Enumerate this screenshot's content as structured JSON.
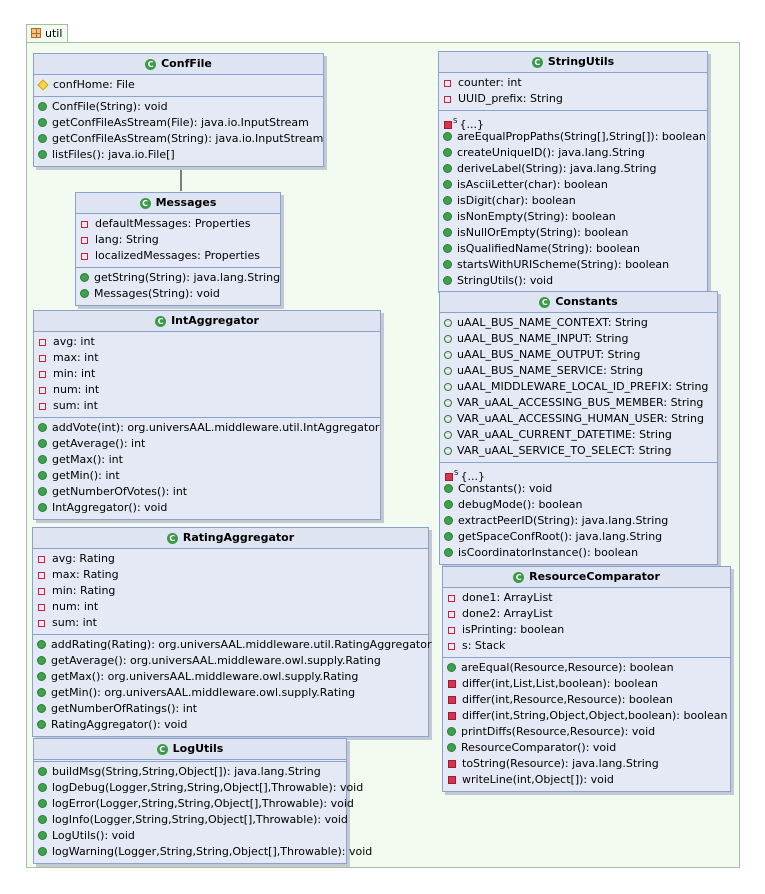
{
  "package": {
    "name": "util",
    "icon": "package-icon"
  },
  "classes": {
    "conffile": {
      "name": "ConfFile",
      "fields": [
        {
          "vis": "prot",
          "text": "confHome: File"
        }
      ],
      "methods": [
        {
          "vis": "pub",
          "text": "ConfFile(String): void"
        },
        {
          "vis": "pub",
          "text": "getConfFileAsStream(File): java.io.InputStream"
        },
        {
          "vis": "pub",
          "text": "getConfFileAsStream(String): java.io.InputStream"
        },
        {
          "vis": "pub",
          "text": "listFiles(): java.io.File[]"
        }
      ]
    },
    "messages": {
      "name": "Messages",
      "fields": [
        {
          "vis": "priv",
          "text": "defaultMessages: Properties"
        },
        {
          "vis": "priv",
          "text": "lang: String"
        },
        {
          "vis": "priv",
          "text": "localizedMessages: Properties"
        }
      ],
      "methods": [
        {
          "vis": "pub",
          "text": "getString(String): java.lang.String"
        },
        {
          "vis": "pub",
          "text": "Messages(String): void"
        }
      ]
    },
    "intaggregator": {
      "name": "IntAggregator",
      "fields": [
        {
          "vis": "priv",
          "text": "avg: int"
        },
        {
          "vis": "priv",
          "text": "max: int"
        },
        {
          "vis": "priv",
          "text": "min: int"
        },
        {
          "vis": "priv",
          "text": "num: int"
        },
        {
          "vis": "priv",
          "text": "sum: int"
        }
      ],
      "methods": [
        {
          "vis": "pub",
          "text": "addVote(int): org.universAAL.middleware.util.IntAggregator"
        },
        {
          "vis": "pub",
          "text": "getAverage(): int"
        },
        {
          "vis": "pub",
          "text": "getMax(): int"
        },
        {
          "vis": "pub",
          "text": "getMin(): int"
        },
        {
          "vis": "pub",
          "text": "getNumberOfVotes(): int"
        },
        {
          "vis": "pub",
          "text": "IntAggregator(): void"
        }
      ]
    },
    "ratingaggregator": {
      "name": "RatingAggregator",
      "fields": [
        {
          "vis": "priv",
          "text": "avg: Rating"
        },
        {
          "vis": "priv",
          "text": "max: Rating"
        },
        {
          "vis": "priv",
          "text": "min: Rating"
        },
        {
          "vis": "priv",
          "text": "num: int"
        },
        {
          "vis": "priv",
          "text": "sum: int"
        }
      ],
      "methods": [
        {
          "vis": "pub",
          "text": "addRating(Rating): org.universAAL.middleware.util.RatingAggregator"
        },
        {
          "vis": "pub",
          "text": "getAverage(): org.universAAL.middleware.owl.supply.Rating"
        },
        {
          "vis": "pub",
          "text": "getMax(): org.universAAL.middleware.owl.supply.Rating"
        },
        {
          "vis": "pub",
          "text": "getMin(): org.universAAL.middleware.owl.supply.Rating"
        },
        {
          "vis": "pub",
          "text": "getNumberOfRatings(): int"
        },
        {
          "vis": "pub",
          "text": "RatingAggregator(): void"
        }
      ]
    },
    "logutils": {
      "name": "LogUtils",
      "fields": [],
      "methods": [
        {
          "vis": "pub",
          "text": "buildMsg(String,String,Object[]): java.lang.String"
        },
        {
          "vis": "pub",
          "text": "logDebug(Logger,String,String,Object[],Throwable): void"
        },
        {
          "vis": "pub",
          "text": "logError(Logger,String,String,Object[],Throwable): void"
        },
        {
          "vis": "pub",
          "text": "logInfo(Logger,String,String,Object[],Throwable): void"
        },
        {
          "vis": "pub",
          "text": "LogUtils(): void"
        },
        {
          "vis": "pub",
          "text": "logWarning(Logger,String,String,Object[],Throwable): void"
        }
      ]
    },
    "stringutils": {
      "name": "StringUtils",
      "fields": [
        {
          "vis": "priv",
          "text": "counter: int"
        },
        {
          "vis": "priv",
          "text": "UUID_prefix: String"
        }
      ],
      "methods": [
        {
          "vis": "stat",
          "text": "{...}"
        },
        {
          "vis": "pub",
          "text": "areEqualPropPaths(String[],String[]): boolean"
        },
        {
          "vis": "pub",
          "text": "createUniqueID(): java.lang.String"
        },
        {
          "vis": "pub",
          "text": "deriveLabel(String): java.lang.String"
        },
        {
          "vis": "pub",
          "text": "isAsciiLetter(char): boolean"
        },
        {
          "vis": "pub",
          "text": "isDigit(char): boolean"
        },
        {
          "vis": "pub",
          "text": "isNonEmpty(String): boolean"
        },
        {
          "vis": "pub",
          "text": "isNullOrEmpty(String): boolean"
        },
        {
          "vis": "pub",
          "text": "isQualifiedName(String): boolean"
        },
        {
          "vis": "pub",
          "text": "startsWithURIScheme(String): boolean"
        },
        {
          "vis": "pub",
          "text": "StringUtils(): void"
        }
      ]
    },
    "constants": {
      "name": "Constants",
      "fields": [
        {
          "vis": "pub-hollow",
          "text": "uAAL_BUS_NAME_CONTEXT: String"
        },
        {
          "vis": "pub-hollow",
          "text": "uAAL_BUS_NAME_INPUT: String"
        },
        {
          "vis": "pub-hollow",
          "text": "uAAL_BUS_NAME_OUTPUT: String"
        },
        {
          "vis": "pub-hollow",
          "text": "uAAL_BUS_NAME_SERVICE: String"
        },
        {
          "vis": "pub-hollow",
          "text": "uAAL_MIDDLEWARE_LOCAL_ID_PREFIX: String"
        },
        {
          "vis": "pub-hollow",
          "text": "VAR_uAAL_ACCESSING_BUS_MEMBER: String"
        },
        {
          "vis": "pub-hollow",
          "text": "VAR_uAAL_ACCESSING_HUMAN_USER: String"
        },
        {
          "vis": "pub-hollow",
          "text": "VAR_uAAL_CURRENT_DATETIME: String"
        },
        {
          "vis": "pub-hollow",
          "text": "VAR_uAAL_SERVICE_TO_SELECT: String"
        }
      ],
      "methods": [
        {
          "vis": "stat",
          "text": "{...}"
        },
        {
          "vis": "pub",
          "text": "Constants(): void"
        },
        {
          "vis": "pub",
          "text": "debugMode(): boolean"
        },
        {
          "vis": "pub",
          "text": "extractPeerID(String): java.lang.String"
        },
        {
          "vis": "pub",
          "text": "getSpaceConfRoot(): java.lang.String"
        },
        {
          "vis": "pub",
          "text": "isCoordinatorInstance(): boolean"
        }
      ]
    },
    "resourcecomparator": {
      "name": "ResourceComparator",
      "fields": [
        {
          "vis": "priv",
          "text": "done1: ArrayList"
        },
        {
          "vis": "priv",
          "text": "done2: ArrayList"
        },
        {
          "vis": "priv",
          "text": "isPrinting: boolean"
        },
        {
          "vis": "priv",
          "text": "s: Stack"
        }
      ],
      "methods": [
        {
          "vis": "pub",
          "text": "areEqual(Resource,Resource): boolean"
        },
        {
          "vis": "privm",
          "text": "differ(int,List,List,boolean): boolean"
        },
        {
          "vis": "privm",
          "text": "differ(int,Resource,Resource): boolean"
        },
        {
          "vis": "privm",
          "text": "differ(int,String,Object,Object,boolean): boolean"
        },
        {
          "vis": "pub",
          "text": "printDiffs(Resource,Resource): void"
        },
        {
          "vis": "pub",
          "text": "ResourceComparator(): void"
        },
        {
          "vis": "privm",
          "text": "toString(Resource): java.lang.String"
        },
        {
          "vis": "privm",
          "text": "writeLine(int,Object[]): void"
        }
      ]
    }
  }
}
